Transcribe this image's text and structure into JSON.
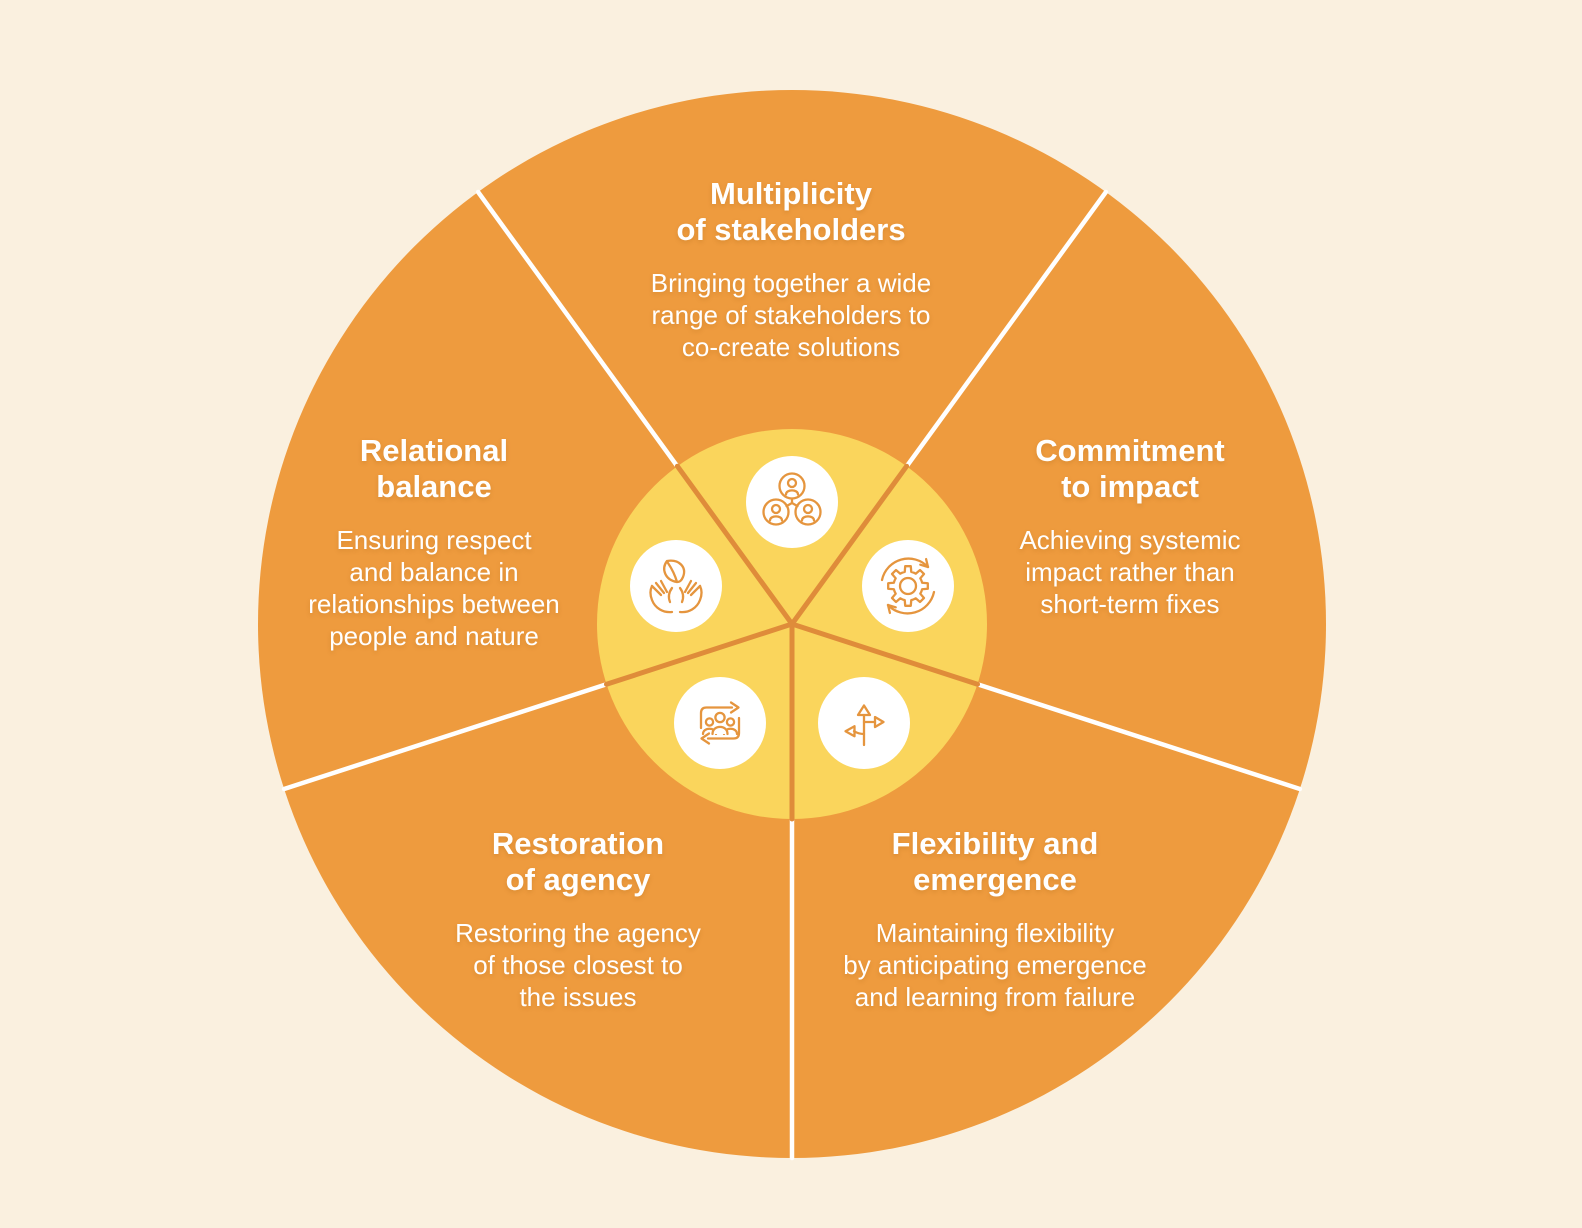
{
  "diagram": {
    "type": "five-segment-wheel",
    "colors": {
      "background": "#FAF0DF",
      "wheel": "#EE9B3E",
      "hub": "#FAD55C",
      "hub_divider": "#DF8C3A",
      "segment_divider": "#FFFFFF",
      "icon_circle": "#FFFFFF",
      "icon_stroke": "#E5953E",
      "text": "#FFFFFF"
    },
    "segments": [
      {
        "position": "top",
        "heading": "Multiplicity\nof stakeholders",
        "body": "Bringing together a wide\nrange of stakeholders to\nco-create solutions",
        "icon": "stakeholders-icon"
      },
      {
        "position": "right",
        "heading": "Commitment\nto impact",
        "body": "Achieving systemic\nimpact rather than\nshort-term fixes",
        "icon": "gear-cycle-icon"
      },
      {
        "position": "bottom-right",
        "heading": "Flexibility and\nemergence",
        "body": "Maintaining flexibility\nby anticipating emergence\nand learning from failure",
        "icon": "branching-arrows-icon"
      },
      {
        "position": "bottom-left",
        "heading": "Restoration\nof agency",
        "body": "Restoring the agency\nof those closest to\nthe issues",
        "icon": "people-cycle-icon"
      },
      {
        "position": "left",
        "heading": "Relational\nbalance",
        "body": "Ensuring respect\nand balance in\nrelationships between\npeople and nature",
        "icon": "hands-leaf-icon"
      }
    ]
  }
}
